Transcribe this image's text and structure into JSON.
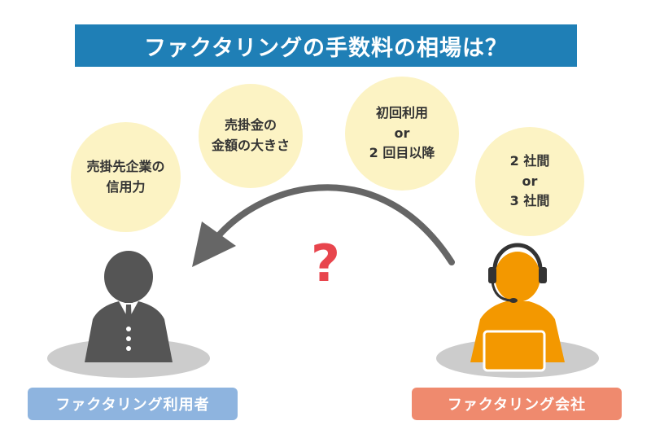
{
  "title": "ファクタリングの手数料の相場は？",
  "bubbles": [
    {
      "lines": [
        "売掛先企業の",
        "信用力"
      ]
    },
    {
      "lines": [
        "売掛金の",
        "金額の大きさ"
      ]
    },
    {
      "lines": [
        "初回利用",
        "or",
        "2 回目以降"
      ]
    },
    {
      "lines": [
        "2 社間",
        "or",
        "3 社間"
      ]
    }
  ],
  "question_mark": "?",
  "labels": {
    "user": "ファクタリング利用者",
    "company": "ファクタリング会社"
  },
  "colors": {
    "title_bg": "#1f7fb6",
    "bubble": "#fcf3c4",
    "arrow": "#666666",
    "question": "#e8454d",
    "user_figure": "#555555",
    "company_figure": "#f39800",
    "user_label": "#8eb4df",
    "company_label": "#ef8a6e"
  },
  "icons": [
    "businessman-icon",
    "call-center-operator-icon",
    "curved-arrow-icon",
    "question-mark-icon"
  ]
}
